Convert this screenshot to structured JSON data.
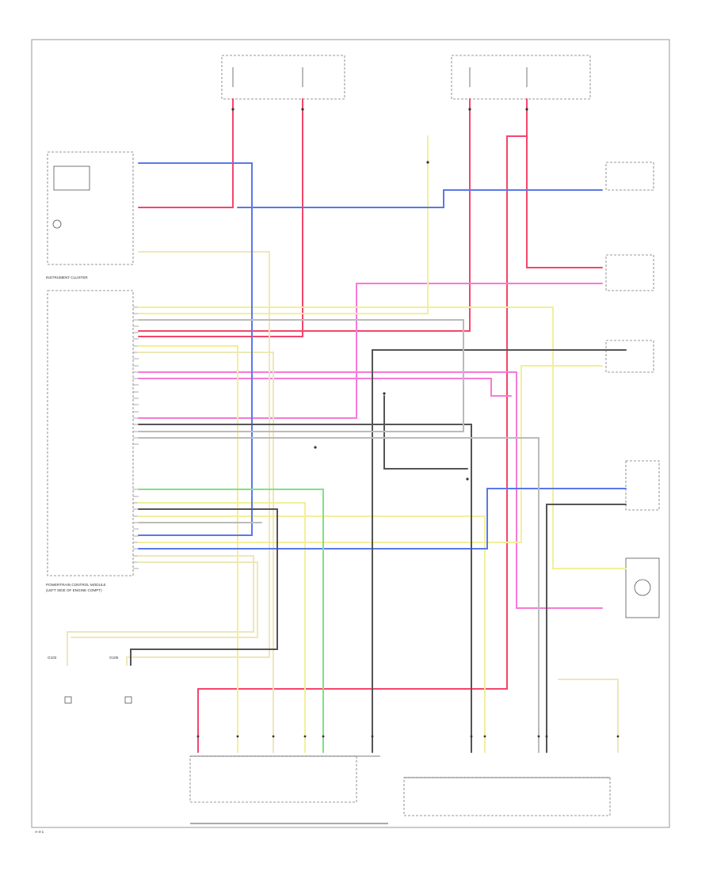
{
  "colors": {
    "red": "#f5456b",
    "pink": "#f57ad6",
    "yellow": "#f2ef9a",
    "cream": "#eee7b8",
    "blue": "#5b78e8",
    "green": "#7fe27f",
    "gray": "#555555",
    "frame": "#999999"
  },
  "labels": {
    "instrument_cluster": "INSTRUMENT CLUSTER",
    "pcm": "POWERTRAIN CONTROL MODULE",
    "pcm_sub": "(LEFT SIDE OF ENGINE COMPT)",
    "ground_a": "G103",
    "ground_b": "G105",
    "footer": "A-4-1"
  }
}
